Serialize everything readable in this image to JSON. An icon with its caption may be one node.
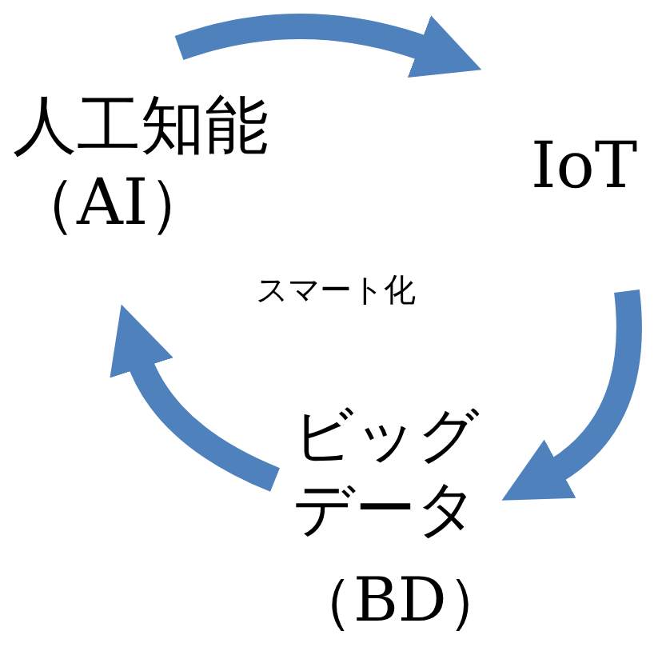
{
  "diagram": {
    "nodes": [
      {
        "text": [
          "人工知能（AI）"
        ]
      },
      {
        "text": [
          "IoT"
        ]
      },
      {
        "text": [
          "ビッグデータ",
          "（BD）"
        ]
      }
    ],
    "edges": [
      {
        "from": 0,
        "to": 1,
        "arrow": "to"
      },
      {
        "from": 1,
        "to": 2,
        "arrow": "to"
      },
      {
        "from": 2,
        "to": 0,
        "arrow": "to"
      }
    ],
    "labels": [
      "スマート化"
    ]
  }
}
